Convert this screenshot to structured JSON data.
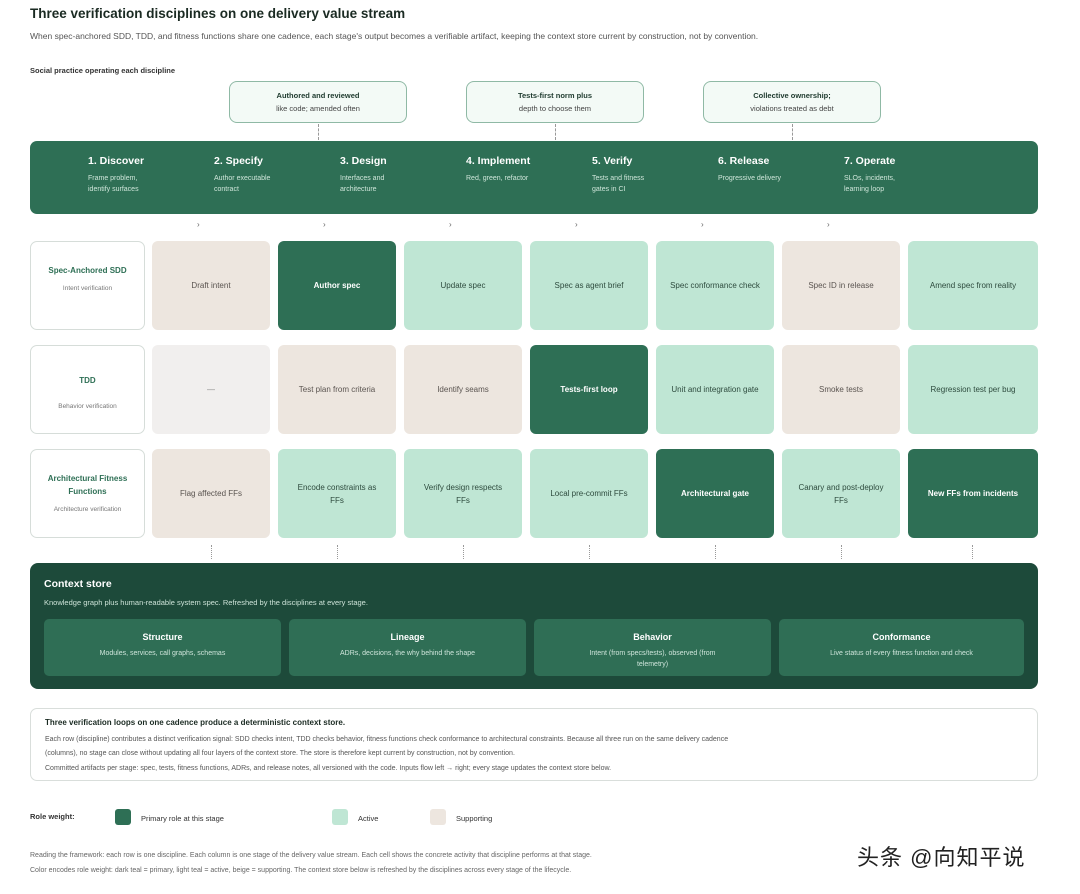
{
  "title": "Three verification disciplines on one delivery value stream",
  "subtitle": "When spec-anchored SDD, TDD, and fitness functions share one cadence, each stage's output becomes a verifiable artifact, keeping the context store current by construction, not by convention.",
  "social_label": "Social practice operating each discipline",
  "practices": [
    {
      "line1": "Authored and reviewed",
      "line2": "like code; amended often"
    },
    {
      "line1": "Tests-first norm plus",
      "line2": "depth to choose them"
    },
    {
      "line1": "Collective ownership;",
      "line2": "violations treated as debt"
    }
  ],
  "stages": [
    {
      "name": "1. Discover",
      "desc": "Frame problem, identify surfaces"
    },
    {
      "name": "2. Specify",
      "desc": "Author executable contract"
    },
    {
      "name": "3. Design",
      "desc": "Interfaces and architecture"
    },
    {
      "name": "4. Implement",
      "desc": "Red, green, refactor"
    },
    {
      "name": "5. Verify",
      "desc": "Tests and fitness gates in CI"
    },
    {
      "name": "6. Release",
      "desc": "Progressive delivery"
    },
    {
      "name": "7. Operate",
      "desc": "SLOs, incidents, learning loop"
    }
  ],
  "chevron": "›",
  "rows": [
    {
      "name": "Spec-Anchored SDD",
      "sub": "Intent verification",
      "cells": [
        {
          "text": "Draft intent",
          "role": "supporting"
        },
        {
          "text": "Author spec",
          "role": "primary"
        },
        {
          "text": "Update spec",
          "role": "active"
        },
        {
          "text": "Spec as agent brief",
          "role": "active"
        },
        {
          "text": "Spec conformance check",
          "role": "active"
        },
        {
          "text": "Spec ID in release",
          "role": "supporting"
        },
        {
          "text": "Amend spec from reality",
          "role": "active"
        }
      ]
    },
    {
      "name": "TDD",
      "sub": "Behavior verification",
      "cells": [
        {
          "text": "—",
          "role": "none"
        },
        {
          "text": "Test plan from criteria",
          "role": "supporting"
        },
        {
          "text": "Identify seams",
          "role": "supporting"
        },
        {
          "text": "Tests-first loop",
          "role": "primary"
        },
        {
          "text": "Unit and integration gate",
          "role": "active"
        },
        {
          "text": "Smoke tests",
          "role": "supporting"
        },
        {
          "text": "Regression test per bug",
          "role": "active"
        }
      ]
    },
    {
      "name": "Architectural Fitness Functions",
      "sub": "Architecture verification",
      "cells": [
        {
          "text": "Flag affected FFs",
          "role": "supporting"
        },
        {
          "text": "Encode constraints as FFs",
          "role": "active"
        },
        {
          "text": "Verify design respects FFs",
          "role": "active"
        },
        {
          "text": "Local pre-commit FFs",
          "role": "active"
        },
        {
          "text": "Architectural gate",
          "role": "primary"
        },
        {
          "text": "Canary and post-deploy FFs",
          "role": "active"
        },
        {
          "text": "New FFs from incidents",
          "role": "primary"
        }
      ]
    }
  ],
  "context": {
    "title": "Context store",
    "desc": "Knowledge graph plus human-readable system spec. Refreshed by the disciplines at every stage.",
    "layers": [
      {
        "name": "Structure",
        "desc": "Modules, services, call graphs, schemas"
      },
      {
        "name": "Lineage",
        "desc": "ADRs, decisions, the why behind the shape"
      },
      {
        "name": "Behavior",
        "desc": "Intent (from specs/tests), observed (from telemetry)"
      },
      {
        "name": "Conformance",
        "desc": "Live status of every fitness function and check"
      }
    ]
  },
  "note": {
    "title": "Three verification loops on one cadence produce a deterministic context store.",
    "body": "Each row (discipline) contributes a distinct verification signal: SDD checks intent, TDD checks behavior, fitness functions check conformance to architectural constraints. Because all three run on the same delivery cadence (columns), no stage can close without updating all four layers of the context store. The store is therefore kept current by construction, not by convention.",
    "committed": "Committed artifacts per stage: spec, tests, fitness functions, ADRs, and release notes, all versioned with the code. Inputs flow left → right; every stage updates the context store below."
  },
  "legend": {
    "label": "Role weight:",
    "items": [
      {
        "label": "Primary role at this stage",
        "color": "#2e6f55"
      },
      {
        "label": "Active",
        "color": "#bfe6d4"
      },
      {
        "label": "Supporting",
        "color": "#ede6df"
      }
    ]
  },
  "footer": {
    "line1": "Reading the framework: each row is one discipline. Each column is one stage of the delivery value stream. Each cell shows the concrete activity that discipline performs at that stage.",
    "line2": "Color encodes role weight: dark teal = primary, light teal = active, beige = supporting. The context store below is refreshed by the disciplines across every stage of the lifecycle."
  },
  "watermark": "头条 @向知平说",
  "colors": {
    "primary": "#2e6f55",
    "active": "#bfe6d4",
    "supporting": "#ede6df",
    "context_bg": "#1d4a3a"
  }
}
